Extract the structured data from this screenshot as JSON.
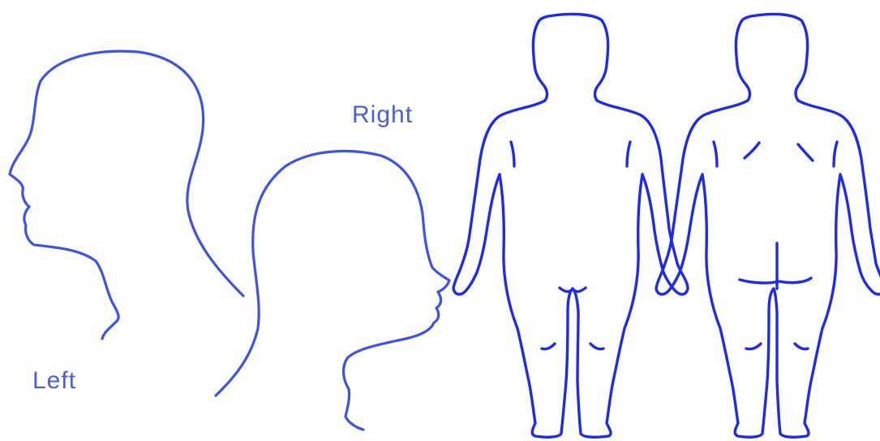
{
  "labels": {
    "left": "Left",
    "right": "Right"
  },
  "colors": {
    "head_stroke": "#3f51e6",
    "body_stroke": "#1e2af0",
    "label_text": "#4a5ee0",
    "background": "#ffffff"
  },
  "figures": [
    "left-head-profile",
    "right-head-profile",
    "body-front",
    "body-back"
  ]
}
